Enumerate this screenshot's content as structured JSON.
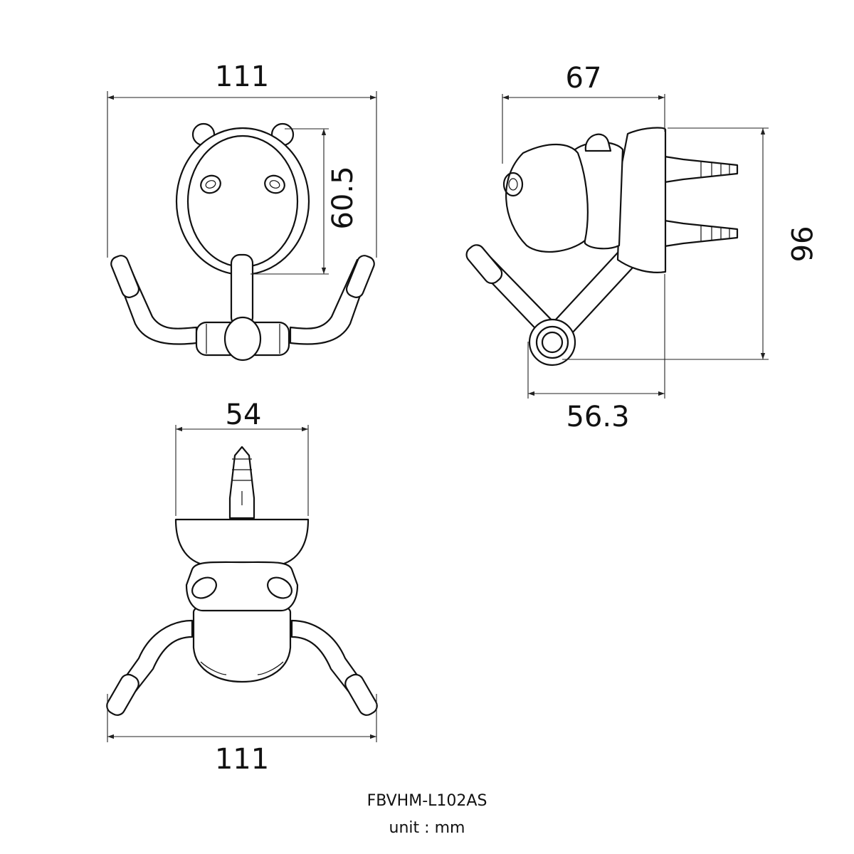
{
  "dimensions": {
    "front_width": "111",
    "front_height": "60.5",
    "side_depth_top": "67",
    "side_height": "96",
    "side_depth_bottom": "56.3",
    "top_base_width": "54",
    "top_width": "111"
  },
  "caption": {
    "model": "FBVHM-L102AS",
    "unit": "unit : mm"
  }
}
